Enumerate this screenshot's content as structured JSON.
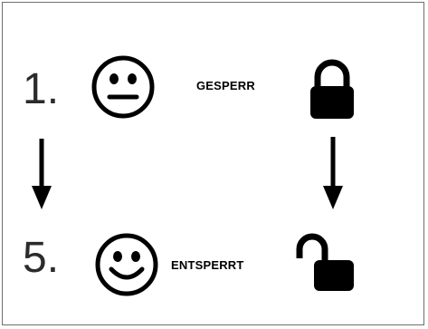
{
  "steps": [
    {
      "number": "1.",
      "status": "GESPERR",
      "face_icon": "neutral-face-icon",
      "lock_icon": "padlock-closed-icon"
    },
    {
      "number": "5.",
      "status": "ENTSPERRT",
      "face_icon": "smiling-face-icon",
      "lock_icon": "padlock-open-icon"
    }
  ],
  "arrows": [
    "arrow-down-icon",
    "arrow-down-icon"
  ],
  "colors": {
    "ink": "#000000",
    "number": "#2b2b2b",
    "border": "#6f6f6f",
    "background": "#ffffff"
  }
}
